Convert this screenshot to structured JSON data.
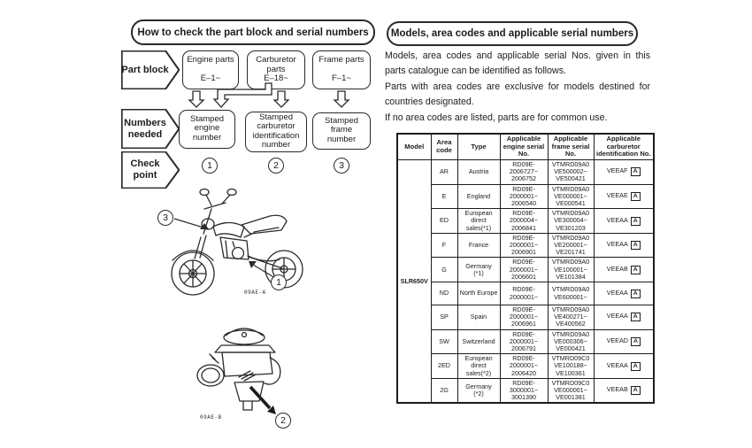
{
  "left_panel": {
    "title": "How to check the part block and serial numbers",
    "row_labels": {
      "part_block": "Part block",
      "numbers_needed": "Numbers\nneeded",
      "check_point": "Check\npoint"
    },
    "part_blocks": [
      {
        "label": "Engine parts",
        "code": "E–1~"
      },
      {
        "label": "Carburetor\nparts",
        "code": "E–18~"
      },
      {
        "label": "Frame parts",
        "code": "F–1~"
      }
    ],
    "numbers_needed": [
      "Stamped\nengine\nnumber",
      "Stamped\ncarburetor\nidentification\nnumber",
      "Stamped\nframe\nnumber"
    ],
    "check_points": [
      "1",
      "2",
      "3"
    ],
    "callouts": {
      "bike_frame": "3",
      "bike_engine": "1",
      "carburetor": "2"
    },
    "fig_caption_bike": "09AE-A",
    "fig_caption_carb": "09AE-B"
  },
  "right_panel": {
    "title": "Models, area codes and applicable serial numbers",
    "paragraphs": [
      "Models, area codes and applicable serial Nos. given in this parts catalogue can be identified as follows.",
      "Parts with area codes are exclusive for models destined for countries designated.",
      "If no area codes are listed, parts are for common use."
    ],
    "table": {
      "headers": [
        "Model",
        "Area code",
        "Type",
        "Applicable engine serial No.",
        "Applicable frame serial No.",
        "Applicable carburetor identification No."
      ],
      "model": "SLR650V",
      "rows": [
        {
          "area": "AR",
          "type": "Austria",
          "engine": "RD09E-\n2006727~\n2006752",
          "frame": "VTMRD09A0\nVE500002~\nVE500421",
          "carb": "VEEAF",
          "carb_box": "A"
        },
        {
          "area": "E",
          "type": "England",
          "engine": "RD09E-\n2000001~\n2006540",
          "frame": "VTMRD09A0\nVE000001~\nVE000541",
          "carb": "VEEAE",
          "carb_box": "A"
        },
        {
          "area": "ED",
          "type": "European\ndirect\nsales(*1)",
          "engine": "RD09E-\n2000004~\n2006841",
          "frame": "VTMRD09A0\nVE300004~\nVE301203",
          "carb": "VEEAA",
          "carb_box": "A"
        },
        {
          "area": "F",
          "type": "France",
          "engine": "RD09E-\n2000001~\n2006901",
          "frame": "VTMRD09A0\nVE200001~\nVE201741",
          "carb": "VEEAA",
          "carb_box": "A"
        },
        {
          "area": "G",
          "type": "Germany\n(*1)",
          "engine": "RD09E-\n2000001~\n2006601",
          "frame": "VTMRD09A0\nVE100001~\nVE101384",
          "carb": "VEEAB",
          "carb_box": "A"
        },
        {
          "area": "ND",
          "type": "North Europe",
          "engine": "RD09E-\n2000001~",
          "frame": "VTMRD09A0\nVE600001~",
          "carb": "VEEAA",
          "carb_box": "A"
        },
        {
          "area": "SP",
          "type": "Spain",
          "engine": "RD09E-\n2000001~\n2006961",
          "frame": "VTMRD09A0\nVE400271~\nVE400562",
          "carb": "VEEAA",
          "carb_box": "A"
        },
        {
          "area": "SW",
          "type": "Switzerland",
          "engine": "RD09E-\n2000001~\n2006791",
          "frame": "VTMRD09A0\nVE000306~\nVE000421",
          "carb": "VEEAD",
          "carb_box": "A"
        },
        {
          "area": "2ED",
          "type": "European\ndirect\nsales(*2)",
          "engine": "RD09E-\n2000001~\n2006420",
          "frame": "VTMRD09C0\nVE100188~\nVE100361",
          "carb": "VEEAA",
          "carb_box": "A"
        },
        {
          "area": "2G",
          "type": "Germany\n(*2)",
          "engine": "RD09E-\n3000001~\n3001390",
          "frame": "VTMRD09C0\nVE000001~\nVE001381",
          "carb": "VEEAB",
          "carb_box": "A"
        }
      ]
    }
  }
}
